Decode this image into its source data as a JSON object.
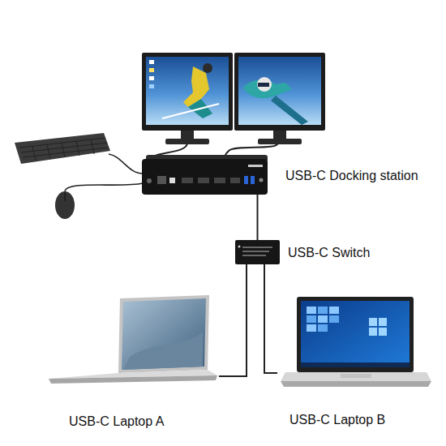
{
  "diagram": {
    "nodes": [
      {
        "text": [
          "USB-C Docking station"
        ]
      },
      {
        "text": [
          "USB-C Switch"
        ]
      },
      {
        "text": [
          "USB-C Laptop A"
        ]
      },
      {
        "text": [
          "USB-C Laptop B"
        ]
      }
    ],
    "edges": [
      {
        "from": 0,
        "to": 1,
        "arrow": "none"
      },
      {
        "from": 1,
        "to": 2,
        "arrow": "none"
      },
      {
        "from": 1,
        "to": 3,
        "arrow": "none"
      }
    ]
  }
}
